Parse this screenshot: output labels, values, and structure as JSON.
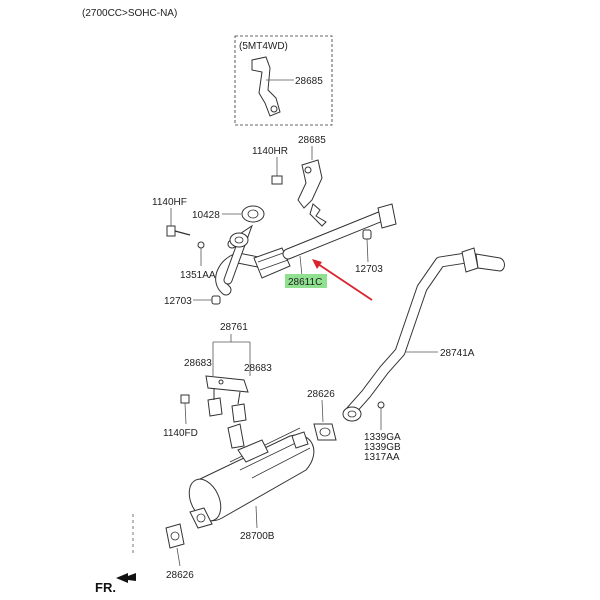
{
  "header": {
    "engine_note": "(2700CC>SOHC-NA)"
  },
  "inset": {
    "variant": "(5MT4WD)",
    "part": "28685"
  },
  "labels": {
    "bracket_top": "28685",
    "bolt_1140hr": "1140HR",
    "bolt_1140hf": "1140HF",
    "gasket_10428": "10428",
    "nut_1351aa": "1351AA",
    "nut_12703_left": "12703",
    "nut_12703_right": "12703",
    "front_pipe": "28611C",
    "hanger_28761": "28761",
    "rubber_left": "28683",
    "rubber_right": "28683",
    "bolt_1140fd": "1140FD",
    "gasket_28626_mid": "28626",
    "center_pipe": "28741A",
    "clamp_1339ga": "1339GA",
    "clamp_1339gb": "1339GB",
    "clamp_1317aa": "1317AA",
    "muffler": "28700B",
    "gasket_28626_bottom": "28626"
  },
  "highlight": {
    "part": "28611C",
    "color": "#8fe08f",
    "arrow_color": "#d9232d"
  },
  "footer": {
    "direction": "FR."
  }
}
